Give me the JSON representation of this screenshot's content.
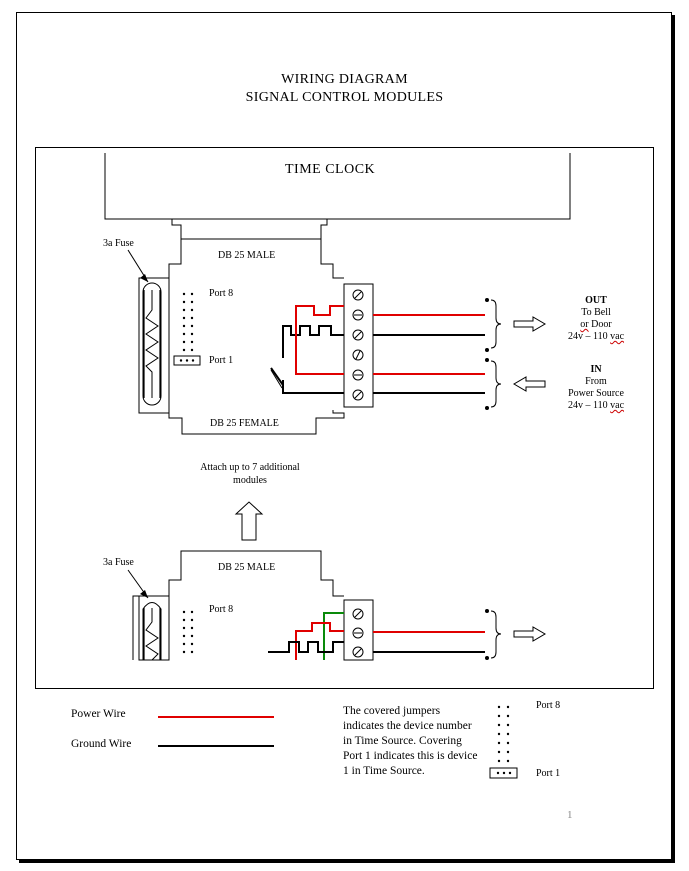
{
  "title": {
    "line1": "WIRING DIAGRAM",
    "line2": "SIGNAL  CONTROL MODULES"
  },
  "time_clock": "TIME CLOCK",
  "module_top": {
    "fuse": "3a Fuse",
    "connector_top": "DB 25 MALE",
    "connector_bottom": "DB 25 FEMALE",
    "port8": "Port 8",
    "port1": "Port 1"
  },
  "out": {
    "label": "OUT",
    "line1": "To Bell",
    "line2a": "or",
    "line2b": " Door",
    "line3a": "24v – 110 ",
    "line3b": "vac"
  },
  "in": {
    "label": "IN",
    "line1": "From",
    "line2": "Power Source",
    "line3a": "24v – 110 ",
    "line3b": "vac"
  },
  "attach": {
    "line1": "Attach up to 7 additional",
    "line2": "modules"
  },
  "module_bottom": {
    "fuse": "3a Fuse",
    "connector_top": "DB 25 MALE",
    "port8": "Port 8"
  },
  "legend": {
    "power": "Power Wire",
    "ground": "Ground Wire",
    "power_color": "#e00000",
    "ground_color": "#000000"
  },
  "note": "The covered jumpers indicates the device number in Time Source. Covering Port 1 indicates this is device 1 in Time Source.",
  "key": {
    "port8": "Port 8",
    "port1": "Port 1"
  },
  "page_number": "1"
}
